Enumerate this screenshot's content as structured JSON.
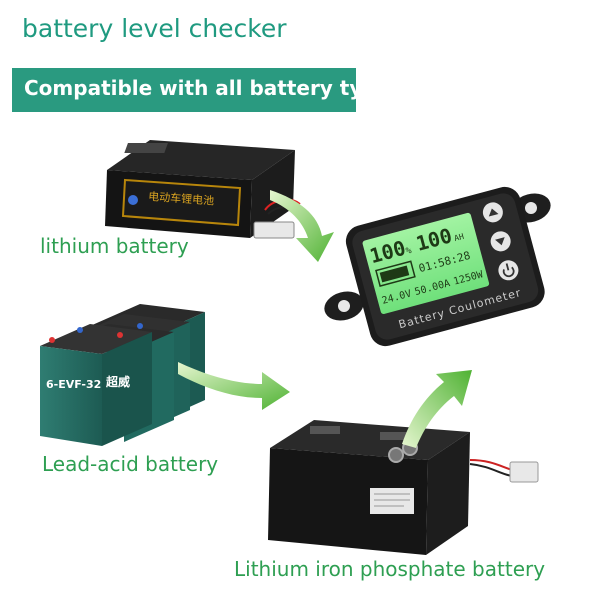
{
  "header": {
    "title": "battery level checker",
    "banner": "Compatible with all battery types"
  },
  "labels": {
    "lithium": "lithium battery",
    "lead_acid": "Lead-acid battery",
    "lifepo4": "Lithium iron phosphate battery"
  },
  "meter": {
    "percent_a": "100",
    "percent_unit": "%",
    "capacity": "100",
    "capacity_unit": "AH",
    "time": "01:58:28",
    "voltage": "24.0V",
    "current": "50.00A",
    "power": "1250W",
    "brand": "Battery Coulometer"
  },
  "lead_battery": {
    "model": "6-EVF-32",
    "brand": "超威"
  },
  "lithium_battery": {
    "label": "电动车锂电池"
  },
  "colors": {
    "accent": "#2a9a80",
    "label_green": "#2e9f52",
    "lcd": "#7fe88a"
  }
}
